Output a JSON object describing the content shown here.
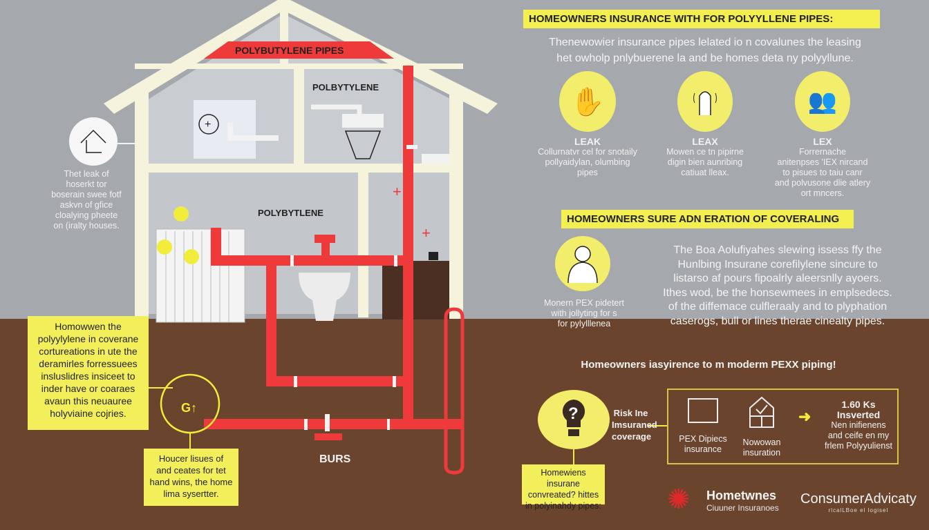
{
  "house": {
    "banner": "POLYBUTYLENE PIPES",
    "upper_label": "POLBYTYLENE",
    "lower_label": "POLYBYTLENE",
    "ground_label": "BURS"
  },
  "left_callout": {
    "text": [
      "Thet leak of",
      "hoserkt tor",
      "boserain swee fotf",
      "askvn of gfice",
      "cloalying pheete",
      "on (iralty houses."
    ]
  },
  "yellow_box_1": {
    "text": [
      "Homowwen the",
      "polyylylene in coverane",
      "cortureations in ute the",
      "deramirles forressuees",
      "insluslidres insiceet to",
      "inder have or coaraes",
      "avaun this neuauree",
      "holyviaine cojries."
    ]
  },
  "yellow_box_2": {
    "text": [
      "Houcer lisues of",
      "and ceates for tet",
      "hand wins, the home",
      "lima sysertter."
    ]
  },
  "section1": {
    "header": "HOMEOWNERS INSURANCE WITH  FOR POLYYLLENE PIPES:",
    "subtitle": [
      "Thenewowier insurance pipes lelated io n covalunes the leasing",
      "het owholp pnlybuerene la and be homes deta ny polyyllune."
    ],
    "items": [
      {
        "icon": "hand-icon",
        "title": "LEAK",
        "desc": [
          "Collurnatvr cel for snotaily",
          "pollyaidylan, olumbing",
          "pipes"
        ]
      },
      {
        "icon": "pipe-burst-icon",
        "title": "LEAX",
        "desc": [
          "Mowen ce tn pipirne",
          "digin bien aunribing",
          "catiuat lleax."
        ]
      },
      {
        "icon": "people-icon",
        "title": "LEX",
        "desc": [
          "Forrernache",
          "anitenpses 'IEX nircand",
          "to pisues to taiu canr",
          "and polvusone dlie atlery",
          "ort mncers."
        ]
      }
    ]
  },
  "section2": {
    "header": "HOMEOWNERS SURE ADN ERATION OF COVERALING",
    "person_caption": [
      "Monern PEX pidetert",
      "with jollyting for s",
      "for pylylllenea"
    ],
    "paragraph": [
      "The Boa Aolufiyahes slewing issess ffy the",
      "Hunlbing Insurane corefilylene sincure to",
      "listarso af pours fipoalrly aleersnlly ayoers.",
      "Ithes wod, be the honsewmees in emplsedecs.",
      "of the diffemace culfleraaly and to plyphation",
      "caserogs, bull or lines therae cinealty pipes."
    ]
  },
  "section3": {
    "header": "Homeowners iasyirence to m moderm PEXX piping!",
    "bulb_caption": [
      "Homewiens insurane",
      "convreated? hittes",
      "in polyinahdy pipes:"
    ],
    "risk_label": [
      "Risk Ine",
      "Imsuraned",
      "coverage"
    ],
    "flow": [
      {
        "icon": "monitor-chart-icon",
        "label": [
          "PEX Dipiecs",
          "insurance"
        ]
      },
      {
        "icon": "house-check-icon",
        "label": [
          "Nowowan",
          "insuration"
        ]
      }
    ],
    "result": {
      "value": "1.60 Ks",
      "title": "Insverted",
      "desc": [
        "Nen inifienens",
        "and ceife en my",
        "frlem Polyyulienst"
      ]
    }
  },
  "logos": {
    "logo1_name": "Hometwnes",
    "logo1_sub": "Ciuuner Insuranoes",
    "logo2_name": "ConsumerAdvicaty",
    "logo2_sub": "rlcalLBoe el logisel"
  },
  "colors": {
    "pipe": "#ee3a3a",
    "yellow": "#f3ef5a",
    "ground": "#6a442c",
    "sky": "#a5a9ad",
    "frame": "#f6f3dc"
  }
}
